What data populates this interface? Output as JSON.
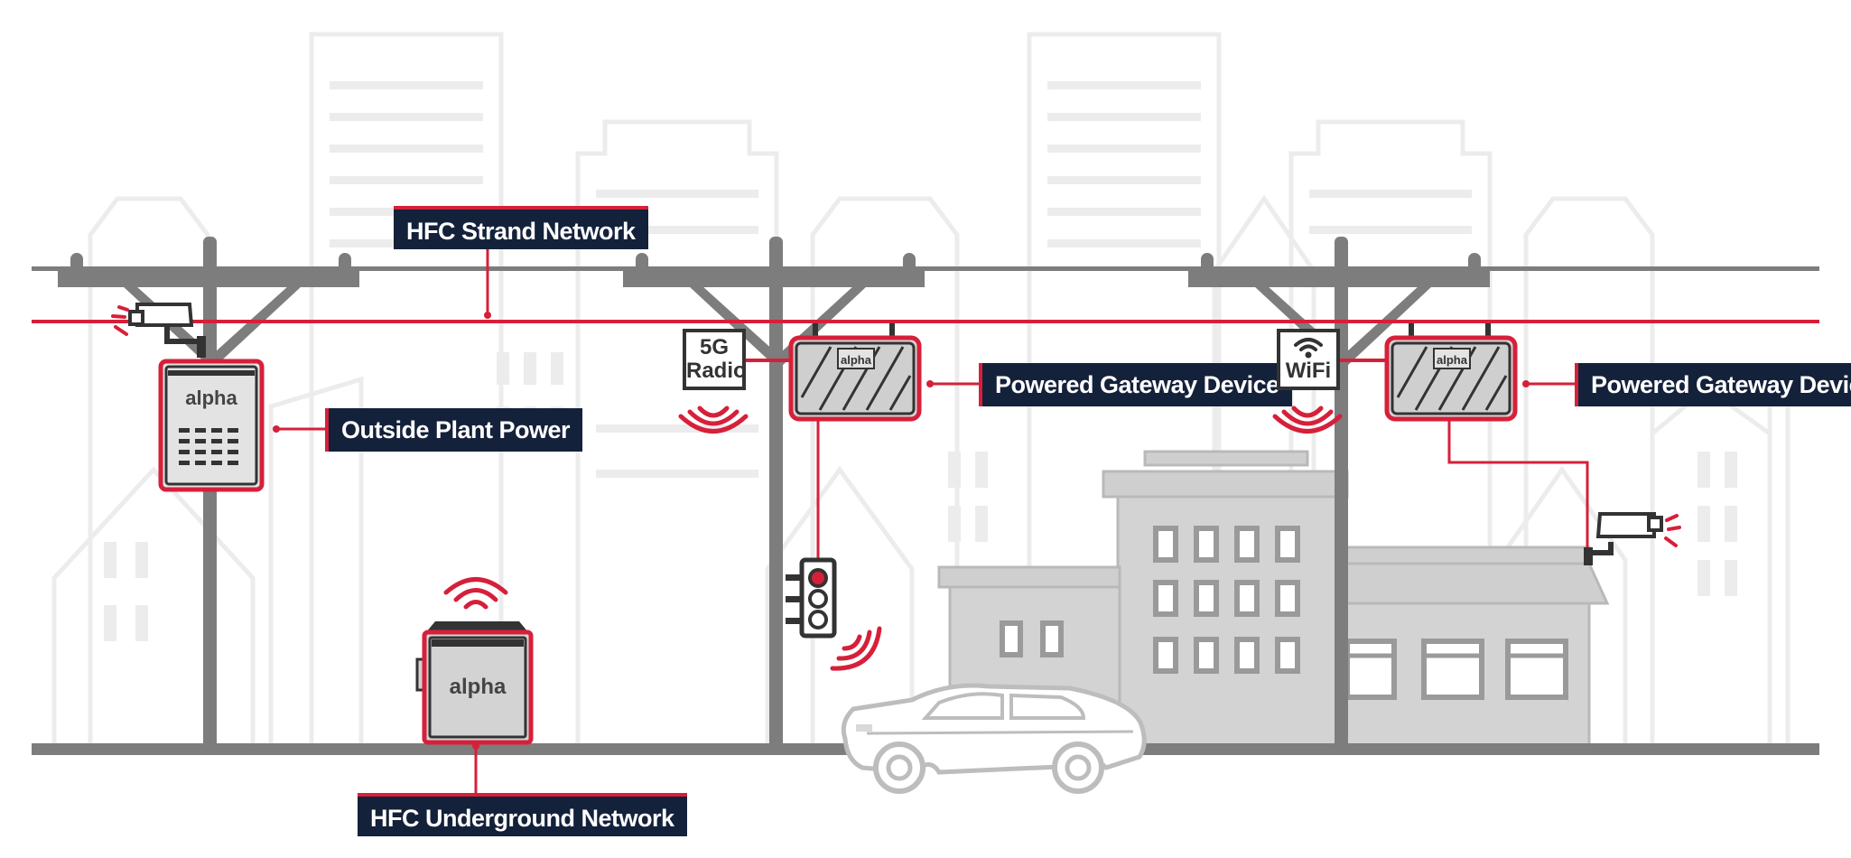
{
  "labels": {
    "strand": "HFC Strand Network",
    "outside_plant": "Outside Plant Power",
    "gateway_1": "Powered Gateway Device",
    "gateway_2": "Powered Gateway Device",
    "underground": "HFC Underground Network"
  },
  "radio_badge": {
    "line1": "5G",
    "line2": "Radio"
  },
  "wifi_badge": {
    "text": "WiFi"
  },
  "brand_mark": "alpha",
  "colors": {
    "accent_red": "#d6203a",
    "label_navy": "#14213a",
    "pole_gray": "#7d7d7d",
    "building_gray": "#d3d3d3",
    "skyline_light": "#ececec"
  }
}
